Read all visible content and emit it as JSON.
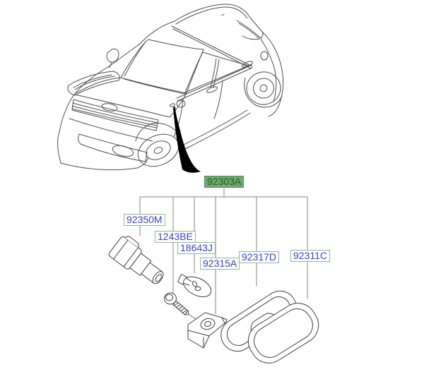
{
  "diagram": {
    "assembly_label": "92303A",
    "part_labels": [
      "92350M",
      "1243BE",
      "18643J",
      "92315A",
      "92317D",
      "92311C"
    ],
    "colors": {
      "part_label_text": "#3d3dce",
      "part_label_border": "#8abb8a",
      "assembly_label_background": "#6fa96f",
      "assembly_label_text": "#245c24",
      "line_art": "#4d4d4d",
      "callout_lines": "#848484",
      "pointer_wedge": "#000000",
      "page_background": "#ffffff"
    }
  }
}
